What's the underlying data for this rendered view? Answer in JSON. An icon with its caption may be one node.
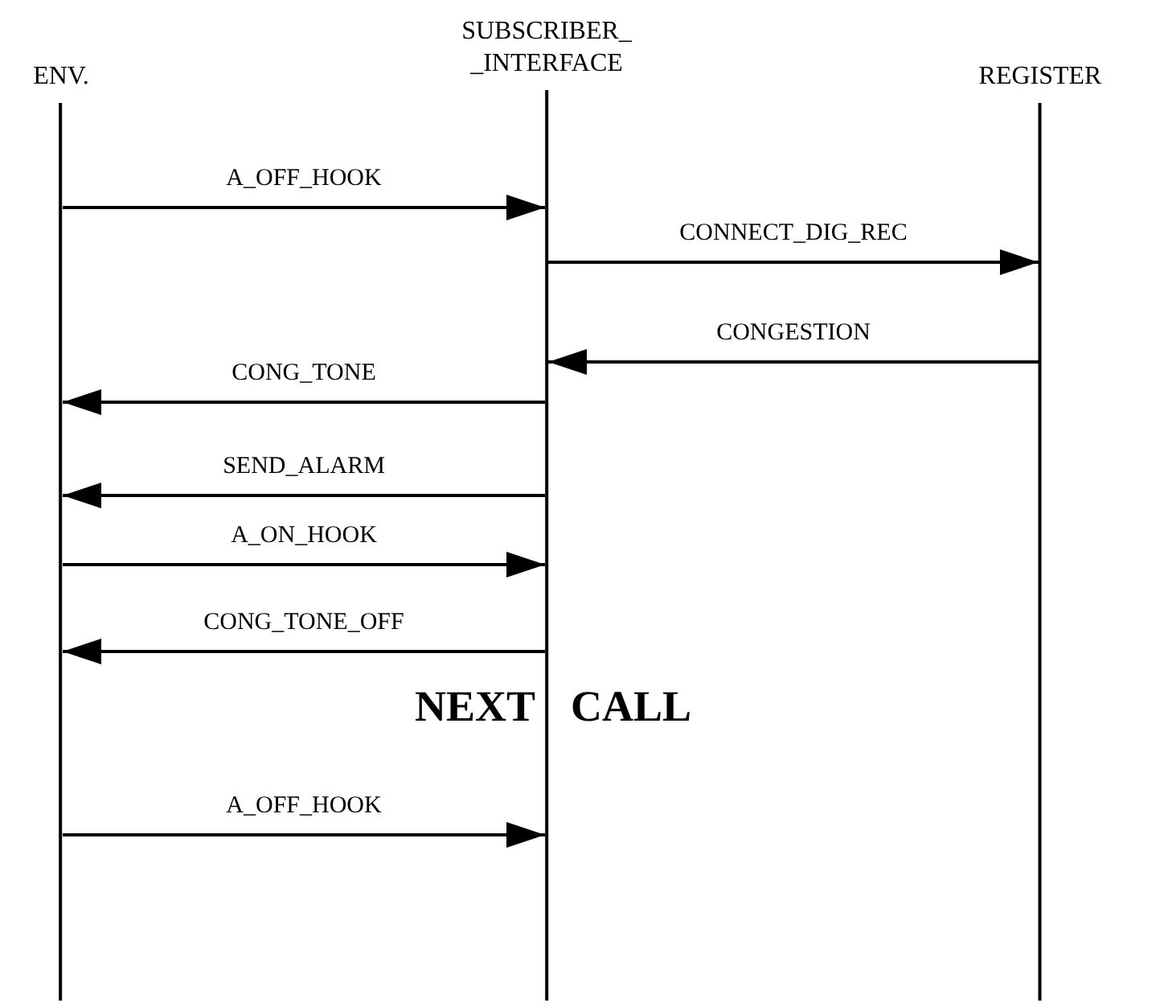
{
  "diagram": {
    "nodes": [
      {
        "text": [
          "ENV."
        ]
      },
      {
        "text": [
          "SUBSCRIBER_ _INTERFACE"
        ]
      },
      {
        "text": [
          "REGISTER"
        ]
      }
    ],
    "edges": [
      {
        "from": 0,
        "to": 1,
        "arrow": "to",
        "label": "A_OFF_HOOK"
      },
      {
        "from": 1,
        "to": 2,
        "arrow": "to",
        "label": "CONNECT_DIG_REC"
      },
      {
        "from": 2,
        "to": 1,
        "arrow": "to",
        "label": "CONGESTION"
      },
      {
        "from": 1,
        "to": 0,
        "arrow": "to",
        "label": "CONG_TONE"
      },
      {
        "from": 1,
        "to": 0,
        "arrow": "to",
        "label": "SEND_ALARM"
      },
      {
        "from": 0,
        "to": 1,
        "arrow": "to",
        "label": "A_ON_HOOK"
      },
      {
        "from": 1,
        "to": 0,
        "arrow": "to",
        "label": "CONG_TONE_OFF"
      },
      {
        "from": 0,
        "to": 1,
        "arrow": "to",
        "label": "A_OFF_HOOK"
      }
    ],
    "labels": [
      "NEXT",
      "CALL"
    ]
  }
}
